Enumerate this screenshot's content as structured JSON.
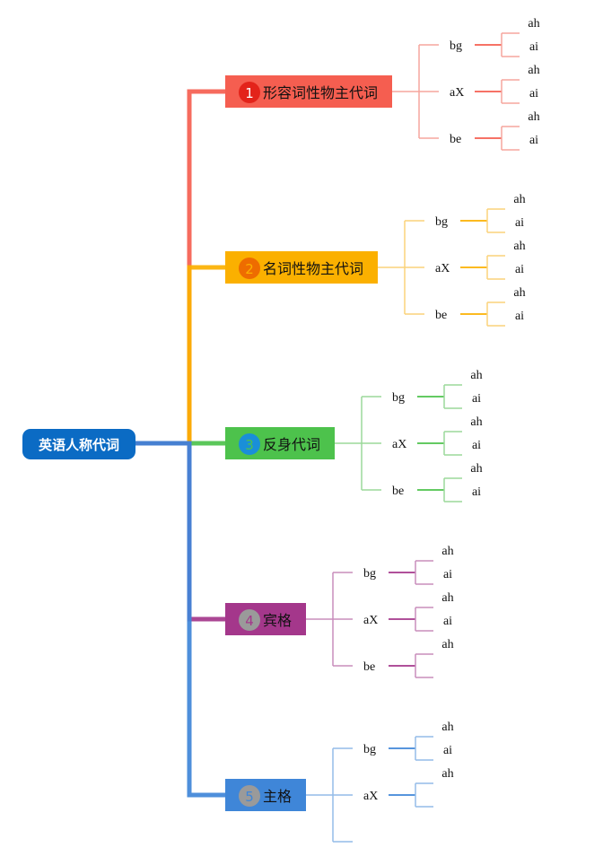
{
  "root": {
    "label": "英语人称代词",
    "color": "#0b6bc4"
  },
  "branches": [
    {
      "num": "1",
      "label": "形容词性物主代词",
      "color": "#f55e50",
      "line_color": "#f5a59d",
      "badge_color": "#e3231a",
      "badge_text_color": "#ffffff",
      "children": [
        {
          "label": "bg",
          "leaves": [
            "ah",
            "ai"
          ]
        },
        {
          "label": "aX",
          "leaves": [
            "ah",
            "ai"
          ]
        },
        {
          "label": "be",
          "leaves": [
            "ah",
            "ai"
          ]
        }
      ]
    },
    {
      "num": "2",
      "label": "名词性物主代词",
      "color": "#fbb000",
      "line_color": "#fad27a",
      "badge_color": "#ee6c00",
      "badge_text_color": "#fbb000",
      "children": [
        {
          "label": "bg",
          "leaves": [
            "ah",
            "ai"
          ]
        },
        {
          "label": "aX",
          "leaves": [
            "ah",
            "ai"
          ]
        },
        {
          "label": "be",
          "leaves": [
            "ah",
            "ai"
          ]
        }
      ]
    },
    {
      "num": "3",
      "label": "反身代词",
      "color": "#4dc24c",
      "line_color": "#9bd99a",
      "badge_color": "#1a8fd8",
      "badge_text_color": "#4dc24c",
      "children": [
        {
          "label": "bg",
          "leaves": [
            "ah",
            "ai"
          ]
        },
        {
          "label": "aX",
          "leaves": [
            "ah",
            "ai"
          ]
        },
        {
          "label": "be",
          "leaves": [
            "ah",
            "ai"
          ]
        }
      ]
    },
    {
      "num": "4",
      "label": "宾格",
      "color": "#a4378b",
      "line_color": "#c98dbc",
      "badge_color": "#9a9a9a",
      "badge_text_color": "#a4378b",
      "children": [
        {
          "label": "bg",
          "leaves": [
            "ah",
            "ai"
          ]
        },
        {
          "label": "aX",
          "leaves": [
            "ah",
            "ai"
          ]
        },
        {
          "label": "be",
          "leaves": [
            "ah",
            ""
          ]
        }
      ]
    },
    {
      "num": "5",
      "label": "主格",
      "color": "#3f86d8",
      "line_color": "#94bce8",
      "badge_color": "#9a9a9a",
      "badge_text_color": "#3f86d8",
      "children": [
        {
          "label": "bg",
          "leaves": [
            "ah",
            "ai"
          ]
        },
        {
          "label": "aX",
          "leaves": [
            "ah",
            ""
          ]
        },
        {
          "label": "",
          "leaves": []
        }
      ]
    }
  ]
}
